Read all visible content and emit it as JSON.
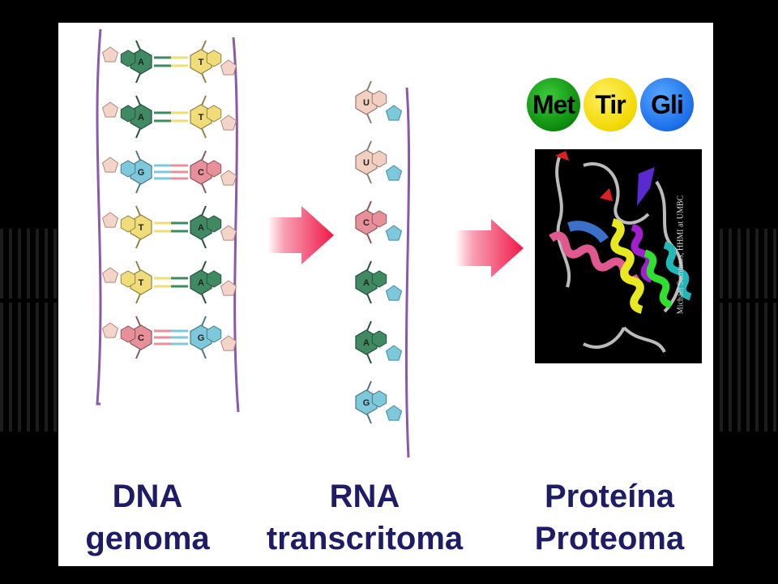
{
  "dna": {
    "pairs": [
      {
        "left": "A",
        "right": "T"
      },
      {
        "left": "A",
        "right": "T"
      },
      {
        "left": "G",
        "right": "C"
      },
      {
        "left": "T",
        "right": "A"
      },
      {
        "left": "T",
        "right": "A"
      },
      {
        "left": "C",
        "right": "G"
      }
    ]
  },
  "rna": {
    "bases": [
      "U",
      "U",
      "C",
      "A",
      "A",
      "G"
    ]
  },
  "amino_acids": [
    "Met",
    "Tir",
    "Gli"
  ],
  "protein": {
    "credit": "Michael Summers, HHMI at UMBC"
  },
  "captions": {
    "dna": [
      "DNA",
      "genoma"
    ],
    "rna": [
      "RNA",
      "transcritoma"
    ],
    "protein": [
      "Proteína",
      "Proteoma"
    ]
  },
  "colors": {
    "A": "#3f8a63",
    "T": "#f0dc78",
    "G": "#7ec8dc",
    "C": "#e8909a",
    "U": "#f2cfc0",
    "backbone": "#8a5aa6",
    "arrow": "#f01848",
    "caption": "#1e1c66"
  }
}
